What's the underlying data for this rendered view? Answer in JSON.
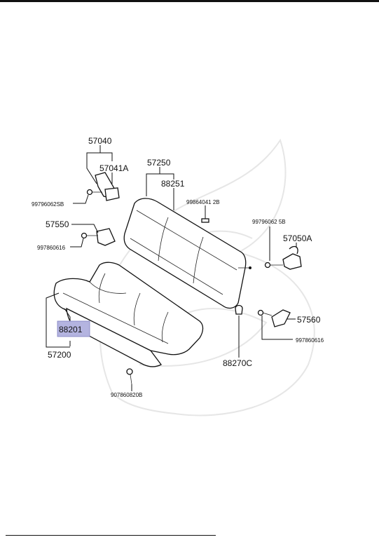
{
  "callouts": {
    "p57040": "57040",
    "p57041A": "57041A",
    "p99796062SB": "99796062SB",
    "p57250": "57250",
    "p88251": "88251",
    "p99864041 2B": "99864041 2B",
    "p57550": "57550",
    "p997860616_left": "997860616",
    "p99796062 5B": "99796062 5B",
    "p57050A": "57050A",
    "p88201": "88201",
    "p57200": "57200",
    "p57560": "57560",
    "p997860616_right": "997860616",
    "p88270C": "88270C",
    "p907860820B": "907860820B"
  },
  "highlight": {
    "part": "88201",
    "color": "#b4b4e0"
  }
}
